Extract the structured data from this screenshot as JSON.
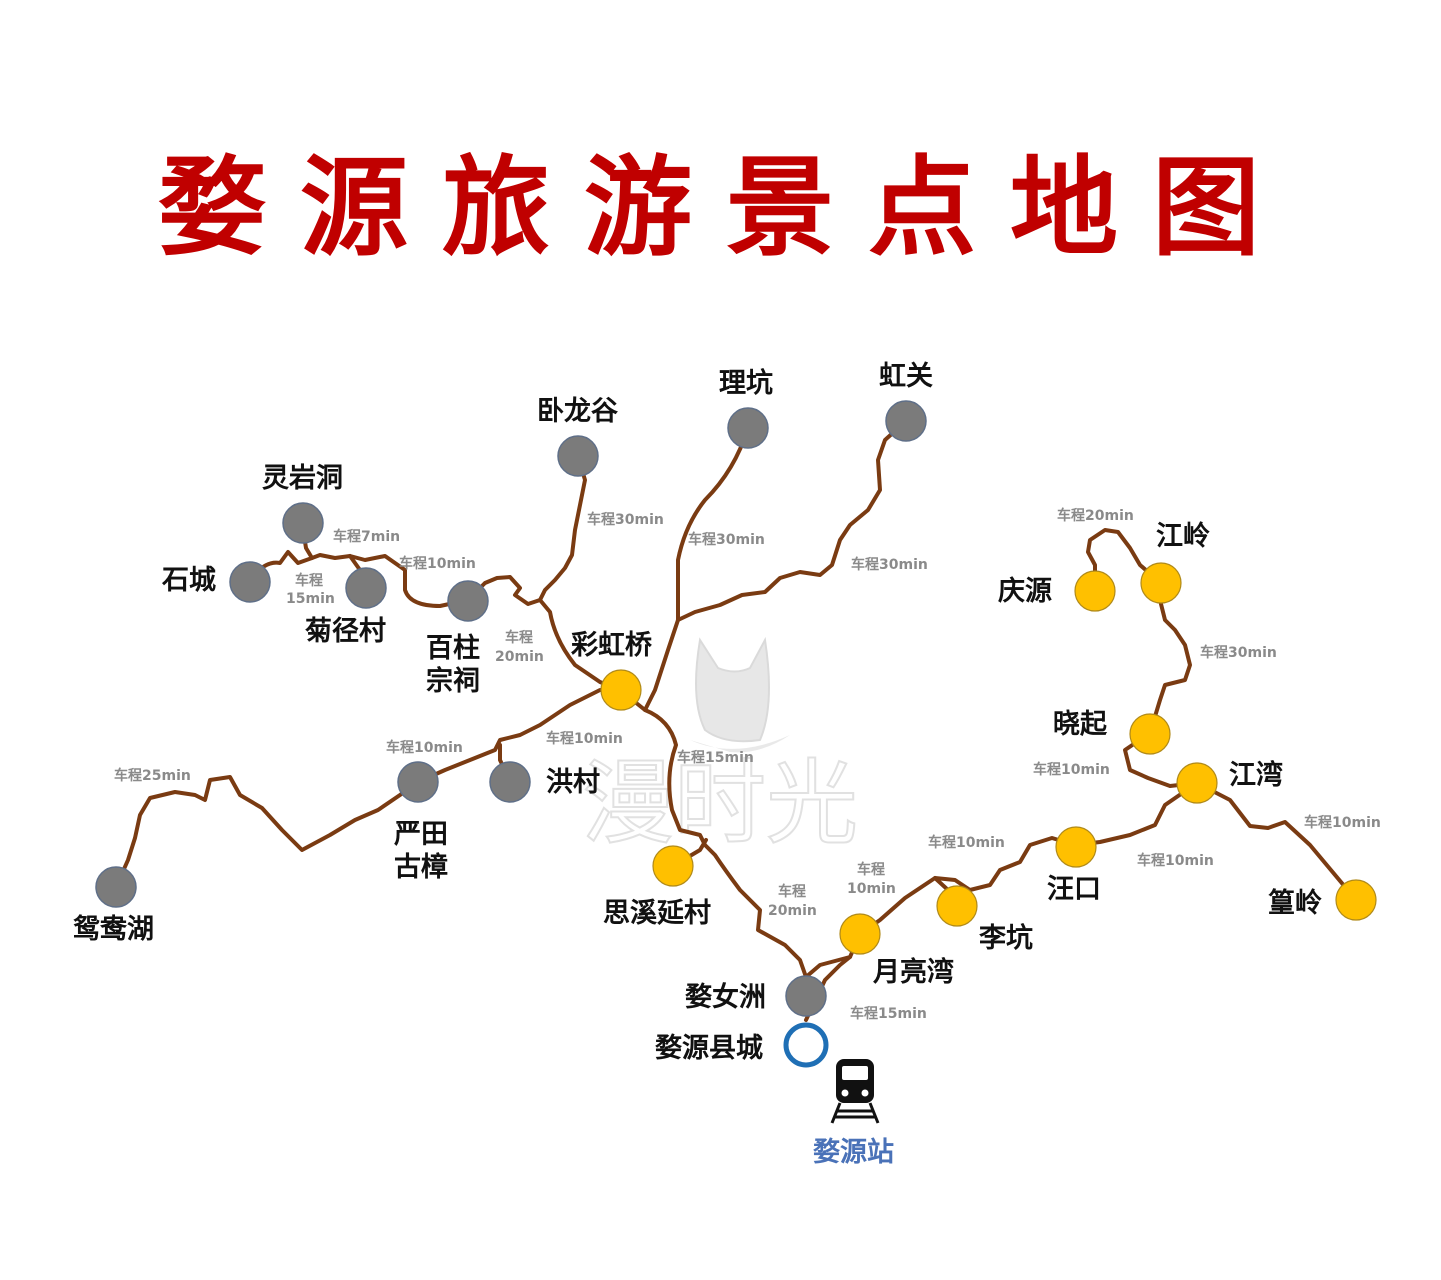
{
  "title": "婺源旅游景点地图",
  "colors": {
    "title": "#c00000",
    "road": "#7a3b12",
    "gray_spot": "#7b7b7b",
    "yellow_spot": "#ffc000",
    "station": "#4a72b8",
    "county_ring": "#1f6fb5"
  },
  "spots": {
    "lingyandong": "灵岩洞",
    "shicheng": "石城",
    "jujingcun": "菊径村",
    "baizhu_1": "百柱",
    "baizhu_2": "宗祠",
    "wolonggu": "卧龙谷",
    "likeng_n": "理坑",
    "hongguan": "虹关",
    "caihongqiao": "彩虹桥",
    "hongcun": "洪村",
    "yantian_1": "严田",
    "yantian_2": "古樟",
    "yuanyanghu": "鸳鸯湖",
    "sixiyancun": "思溪延村",
    "wunvzhou": "婺女洲",
    "xiancheng": "婺源县城",
    "qingyuan": "庆源",
    "jiangling": "江岭",
    "xiaoqi": "晓起",
    "jiangwan": "江湾",
    "huangling": "篁岭",
    "wangkou": "汪口",
    "likeng_s": "李坑",
    "yueliangwan": "月亮湾"
  },
  "station": {
    "label": "婺源站",
    "icon": "train-icon"
  },
  "watermark": "漫时光",
  "times": {
    "t_lingyan_juj": "车程7min",
    "t_shicheng_a": "车程",
    "t_shicheng_b": "15min",
    "t_juj_baizhu": "车程10min",
    "t_wolong": "车程30min",
    "t_likeng": "车程30min",
    "t_hongguan": "车程30min",
    "t_baizhu_a": "车程",
    "t_baizhu_b": "20min",
    "t_yantian": "车程10min",
    "t_hongcun": "车程10min",
    "t_yuanyang": "车程25min",
    "t_sixi": "车程15min",
    "t_wunv_a": "车程",
    "t_wunv_b": "20min",
    "t_qingyuan": "车程20min",
    "t_jiangling": "车程30min",
    "t_xiaoqi": "车程10min",
    "t_huangling": "车程10min",
    "t_jiangwan_wk": "车程10min",
    "t_wangkou_lk": "车程10min",
    "t_likeng_a": "车程",
    "t_likeng_b": "10min",
    "t_yueliang": "车程15min"
  }
}
